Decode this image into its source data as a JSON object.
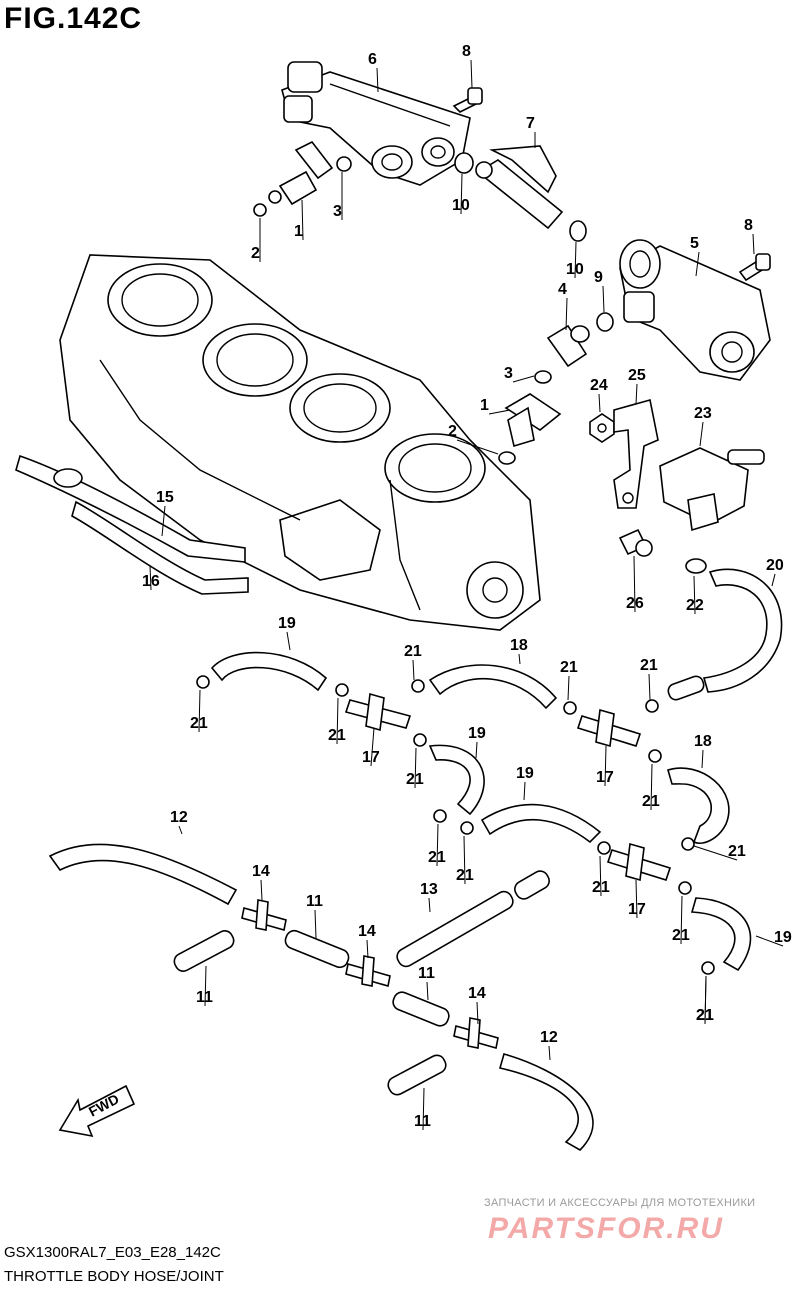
{
  "figure": {
    "title": "FIG.142C",
    "footer_code": "GSX1300RAL7_E03_E28_142C",
    "footer_title": "THROTTLE BODY HOSE/JOINT"
  },
  "watermark": {
    "tagline": "ЗАПЧАСТИ И АКСЕССУАРЫ ДЛЯ МОТОТЕХНИКИ",
    "brand": "PARTSFOR.RU"
  },
  "direction_arrow": "FWD",
  "parts": [
    {
      "key": "p6",
      "number": "6"
    },
    {
      "key": "p8a",
      "number": "8"
    },
    {
      "key": "p7",
      "number": "7"
    },
    {
      "key": "p3a",
      "number": "3"
    },
    {
      "key": "p1a",
      "number": "1"
    },
    {
      "key": "p2a",
      "number": "2"
    },
    {
      "key": "p10a",
      "number": "10"
    },
    {
      "key": "p10b",
      "number": "10"
    },
    {
      "key": "p8b",
      "number": "8"
    },
    {
      "key": "p5",
      "number": "5"
    },
    {
      "key": "p9",
      "number": "9"
    },
    {
      "key": "p4",
      "number": "4"
    },
    {
      "key": "p3b",
      "number": "3"
    },
    {
      "key": "p1b",
      "number": "1"
    },
    {
      "key": "p2b",
      "number": "2"
    },
    {
      "key": "p24",
      "number": "24"
    },
    {
      "key": "p25",
      "number": "25"
    },
    {
      "key": "p23",
      "number": "23"
    },
    {
      "key": "p15",
      "number": "15"
    },
    {
      "key": "p16",
      "number": "16"
    },
    {
      "key": "p26",
      "number": "26"
    },
    {
      "key": "p22",
      "number": "22"
    },
    {
      "key": "p20",
      "number": "20"
    },
    {
      "key": "p19a",
      "number": "19"
    },
    {
      "key": "p18a",
      "number": "18"
    },
    {
      "key": "p21a",
      "number": "21"
    },
    {
      "key": "p21b",
      "number": "21"
    },
    {
      "key": "p21c",
      "number": "21"
    },
    {
      "key": "p21d",
      "number": "21"
    },
    {
      "key": "p21e",
      "number": "21"
    },
    {
      "key": "p17a",
      "number": "17"
    },
    {
      "key": "p17b",
      "number": "17"
    },
    {
      "key": "p19b",
      "number": "19"
    },
    {
      "key": "p19c",
      "number": "19"
    },
    {
      "key": "p18b",
      "number": "18"
    },
    {
      "key": "p21f",
      "number": "21"
    },
    {
      "key": "p21g",
      "number": "21"
    },
    {
      "key": "p21h",
      "number": "21"
    },
    {
      "key": "p21i",
      "number": "21"
    },
    {
      "key": "p21j",
      "number": "21"
    },
    {
      "key": "p21k",
      "number": "21"
    },
    {
      "key": "p21l",
      "number": "21"
    },
    {
      "key": "p21m",
      "number": "21"
    },
    {
      "key": "p17c",
      "number": "17"
    },
    {
      "key": "p19d",
      "number": "19"
    },
    {
      "key": "p21n",
      "number": "21"
    },
    {
      "key": "p12a",
      "number": "12"
    },
    {
      "key": "p14a",
      "number": "14"
    },
    {
      "key": "p11a",
      "number": "11"
    },
    {
      "key": "p13",
      "number": "13"
    },
    {
      "key": "p14b",
      "number": "14"
    },
    {
      "key": "p11b",
      "number": "11"
    },
    {
      "key": "p11c",
      "number": "11"
    },
    {
      "key": "p14c",
      "number": "14"
    },
    {
      "key": "p12b",
      "number": "12"
    },
    {
      "key": "p11d",
      "number": "11"
    }
  ]
}
